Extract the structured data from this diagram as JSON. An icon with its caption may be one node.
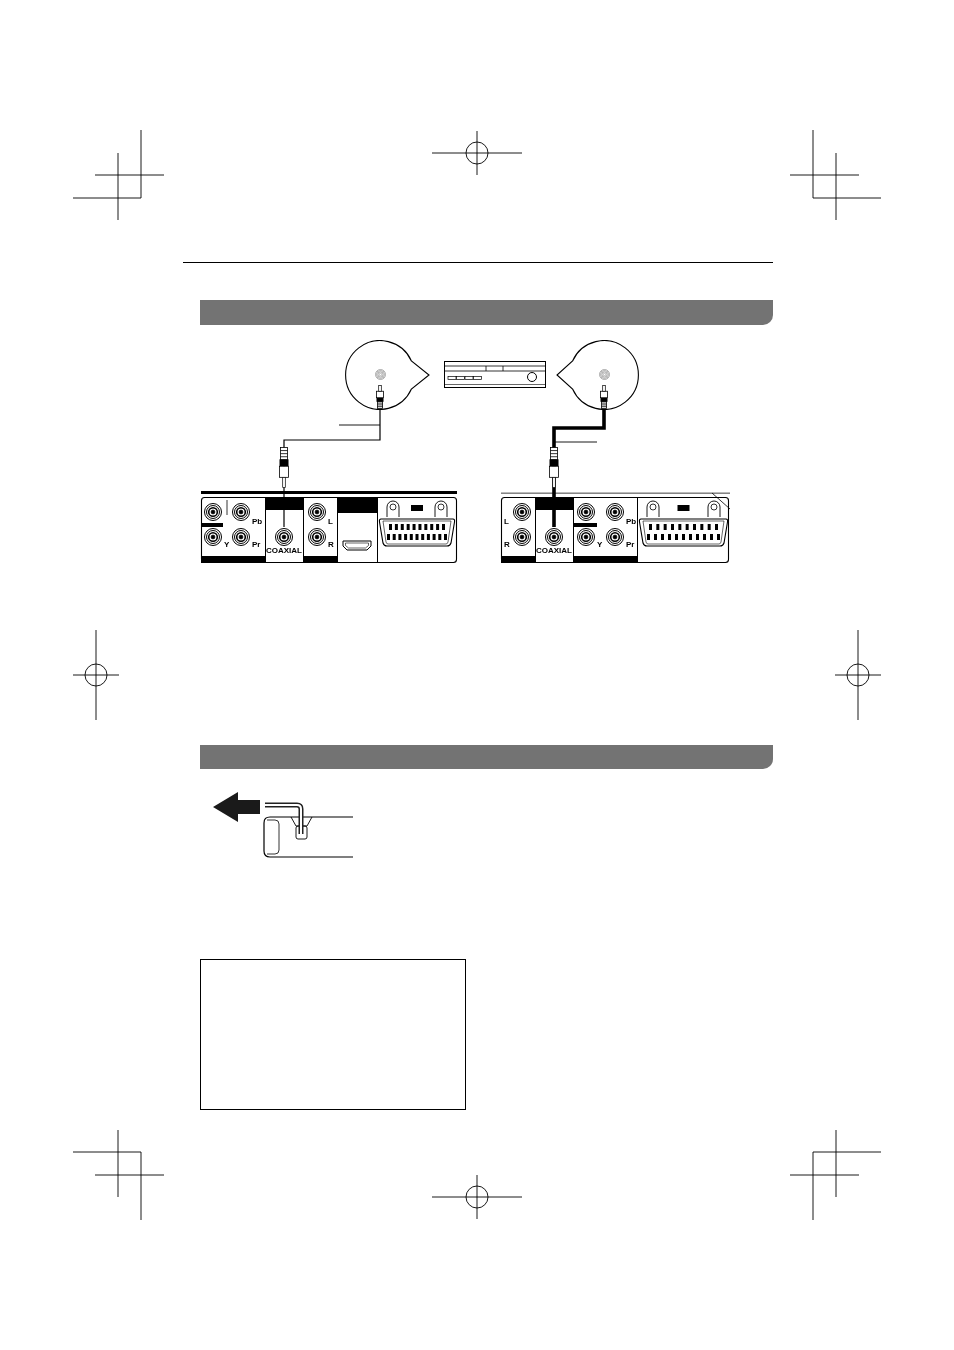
{
  "diagram": {
    "nodes": [
      {
        "text": [],
        "shape": "callout"
      },
      {
        "text": [],
        "shape": "picture"
      },
      {
        "text": [],
        "shape": "callout"
      },
      {
        "text": [],
        "shape": "picture"
      },
      {
        "text": [
          "COAXIAL"
        ],
        "in": 3
      },
      {
        "text": [],
        "shape": "picture"
      },
      {
        "text": [
          "COAXIAL"
        ],
        "in": 5
      },
      {
        "text": [],
        "shape": "box"
      }
    ],
    "edges": [
      {
        "from": 4,
        "to": 0,
        "arrow": "none"
      },
      {
        "from": 6,
        "to": 2,
        "arrow": "none",
        "style": "thick"
      }
    ],
    "labels": [
      "Pb",
      "L",
      "Y",
      "Pr",
      "R",
      "L",
      "Pb",
      "R",
      "Y",
      "Pr"
    ]
  }
}
